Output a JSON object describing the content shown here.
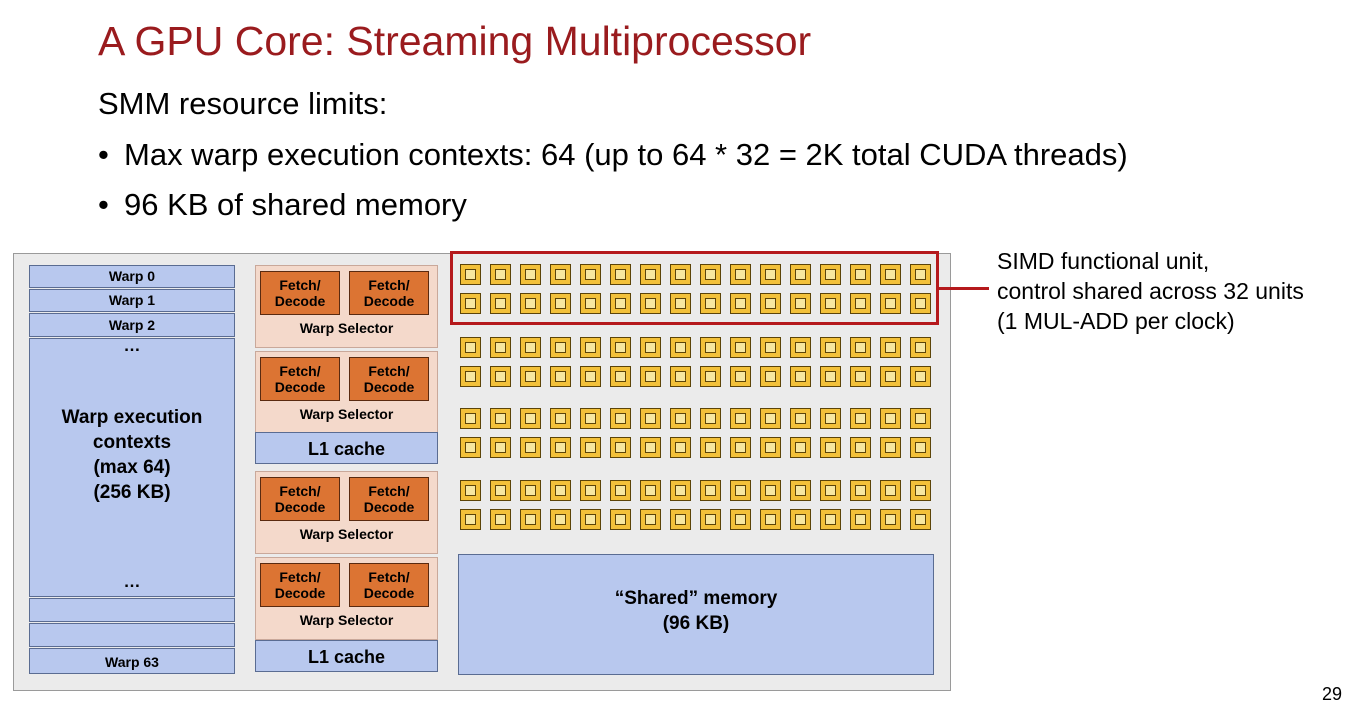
{
  "slide": {
    "title": "A GPU Core: Streaming Multiprocessor",
    "subtitle": "SMM resource limits:",
    "bullets": [
      "Max warp execution contexts: 64 (up to 64 * 32 = 2K total CUDA threads)",
      "96 KB of shared memory"
    ],
    "page_number": "29"
  },
  "diagram": {
    "warps": {
      "warp0": "Warp 0",
      "warp1": "Warp 1",
      "warp2": "Warp 2",
      "ellipsis_top": "…",
      "context_label": [
        "Warp execution",
        "contexts",
        "(max 64)",
        "(256 KB)"
      ],
      "ellipsis_bottom": "…",
      "warp63": "Warp 63"
    },
    "fetch_decode_label": [
      "Fetch/",
      "Decode"
    ],
    "warp_selector_label": "Warp Selector",
    "l1_cache_label": "L1 cache",
    "shared_memory_label": [
      "“Shared” memory",
      "(96 KB)"
    ],
    "simd_annotation": [
      "SIMD functional unit,",
      "control shared across 32 units",
      "(1 MUL-ADD per clock)"
    ],
    "alu_grid": {
      "rows": 8,
      "cols": 16
    },
    "colors": {
      "title": "#9a1b1e",
      "warp_blue": "#b8c8ee",
      "fetch_orange": "#dc7433",
      "selector_bg": "#f4d9cb",
      "alu_yellow": "#f3c13a",
      "highlight_red": "#b5191c"
    }
  }
}
